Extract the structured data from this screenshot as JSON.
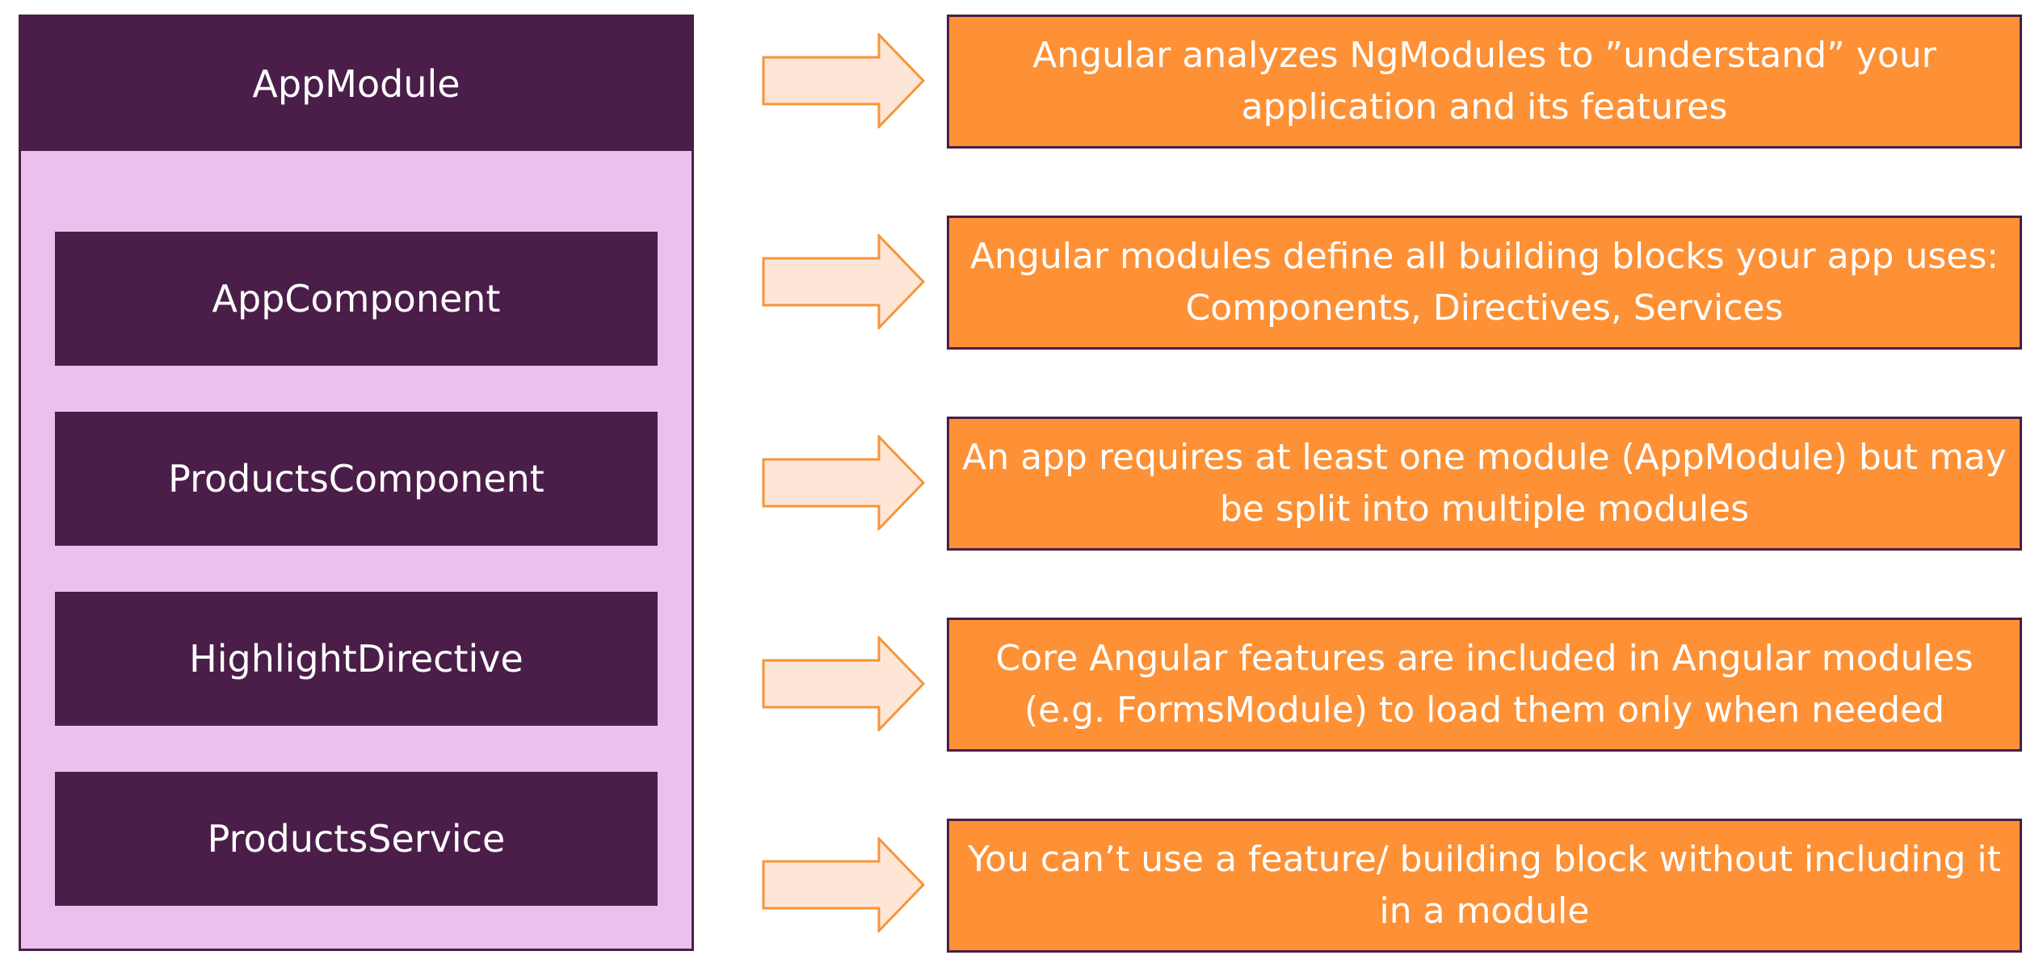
{
  "module": {
    "title": "AppModule",
    "blocks": [
      "AppComponent",
      "ProductsComponent",
      "HighlightDirective",
      "ProductsService"
    ]
  },
  "notes": [
    "Angular analyzes NgModules to ”understand” your application and its features",
    "Angular modules define all building blocks your app uses: Components, Directives, Services",
    "An app requires at least one module (AppModule) but may be split into multiple modules",
    "Core Angular features are included in Angular modules (e.g. FormsModule) to load them only when needed",
    "You can’t use a feature/ building block without including it in a module"
  ],
  "colors": {
    "module_dark": "#4a1e48",
    "module_light": "#ecc0ec",
    "note_fill": "#fe9035",
    "arrow_fill": "#fde6d6",
    "arrow_stroke": "#f7943a"
  }
}
